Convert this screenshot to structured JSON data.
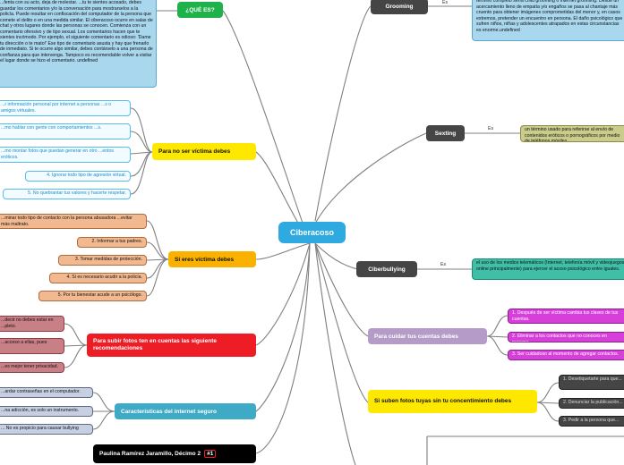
{
  "center": {
    "label": "Ciberacoso"
  },
  "que_es": {
    "label": "¿QUÉ ES?",
    "text": "...fenta con su acto, deja de molestar. ...tu te sientes acosado, debes guardar los comentarios y/o la conversación para mostrarselos a la policía. Puede resultar en confiscación del computador de la persona que comete el delito o en una medida similar. El ciberacoso ocurre en salas de chat y otros lugares donde las personas se conocen. Comienza con un comentario ofensivo y de tipo sexual. Los comentarios hacen que te sientes incómodo. Por ejemplo, el siguiente comentario es odioso: 'Dame tu dirección o te mato!' Ese tipo de comentario asusta y hay que frenarlo de inmediato. Si te ocurre algo similar, debes contárselo a una persona de confianza para que intervenga. Tampoco es recomendable volver a visitar el lugar donde se hizo el comentario. undefined"
  },
  "no_victima": {
    "label": "Para no ser víctima debes",
    "items": [
      "...r información personal por internet a personas ...s o amigos virtuales.",
      "...mo hablar con gente con comportamientos ...s.",
      "...mo montar fotos que puedan generar en otro ...entos eróticos.",
      "4. Ignorar todo tipo de agresión virtual.",
      "5. No quebrantar tus valores y hacerte respetar."
    ]
  },
  "si_victima": {
    "label": "Si eres víctima debes",
    "items": [
      "...minar todo tipo de contacto con la persona abusadora ...evitar más maltrato.",
      "2. Informar a tus padres.",
      "3. Tomar medidas de protección.",
      "4. Si es necesario acudir a la policía.",
      "5. Por tu bienestar acude a un psicólogo."
    ]
  },
  "subir_fotos": {
    "label": "Para subir fotos ten en cuentas las siguiente recomendaciones",
    "items": [
      "...decir no debes estar en ...pleto.",
      "...acceso a ellas, pues",
      "...es mejor tener privacidad."
    ]
  },
  "caracteristicas": {
    "label": "Características del internet seguro",
    "items": [
      "...ardar contraseñas en el computador.",
      "...na adicción, es solo un instrumento.",
      "... No es propicio para causar bullying"
    ]
  },
  "author": {
    "label": "Paulina Ramírez Jaramillo, Décimo 2",
    "tag": "#1"
  },
  "grooming": {
    "label": "Grooming",
    "link": "Es",
    "text": "término completo sería child grooming o internet grooming. Desde un acercamiento lleno de empatía y/o engaños se pasa al chantaje más cruento para obtener imágenes comprometidas del menor y, en casos extremos, pretender un encuentro en persona. El daño psicológico que sufren niños, niñas y adolescentes atrapados en estas circunstancias es enorme.undefined"
  },
  "sexting": {
    "label": "Sexting",
    "link": "Es",
    "text": "un término usado para referirse al envío de contenidos eróticos o pornográficos por medio de teléfonos móviles."
  },
  "ciberbullying": {
    "label": "Ciberbullying",
    "link": "Es",
    "text": "el uso de los medios telemáticos (Internet, telefonía móvil y videojuegos online principalmente) para ejercer el acoso psicológico entre iguales."
  },
  "cuidar_cuentas": {
    "label": "Para cuidar tus cuentas debes",
    "items": [
      "1. Después de ser víctima cambia tus claves de tus cuentas.",
      "2. Eliminar a los contactos que no conoces en persona.",
      "3. Ser cuidadoso al momento de agregar contactos."
    ]
  },
  "sin_consentimiento": {
    "label": "Si suben fotos tuyas sin tu concentimiento debes",
    "items": [
      "1. Desetiquetarte para que...",
      "2. Denunciar la publicación...",
      "3. Pedir a la persona que..."
    ]
  }
}
